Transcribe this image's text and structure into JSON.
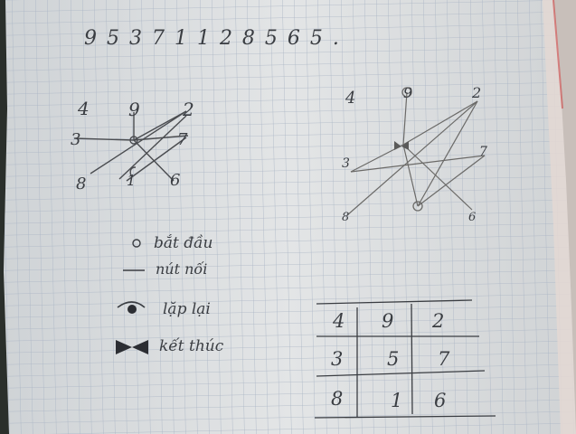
{
  "sequence": "9 5 3 7 1 1 2 8 5 6 5 .",
  "left_diagram": {
    "labels": [
      "4",
      "9",
      "2",
      "3",
      "7",
      "8",
      "1",
      "6"
    ]
  },
  "right_diagram": {
    "labels": [
      "4",
      "9",
      "2",
      "3",
      "7",
      "8",
      "6"
    ]
  },
  "legend": [
    {
      "symbol": "o",
      "label": "bắt đầu"
    },
    {
      "symbol": "—",
      "label": "nút nối"
    },
    {
      "symbol": "eye",
      "label": "lặp lại"
    },
    {
      "symbol": "bowtie",
      "label": "kết thúc"
    }
  ],
  "magic_square": {
    "rows": [
      [
        "4",
        "9",
        "2"
      ],
      [
        "3",
        "5",
        "7"
      ],
      [
        "8",
        "1",
        "6"
      ]
    ]
  },
  "colors": {
    "paper": "#dcdfe0",
    "grid": "#a9b4c4",
    "ink": "#3a3d42",
    "pencil": "#6b6a68"
  }
}
